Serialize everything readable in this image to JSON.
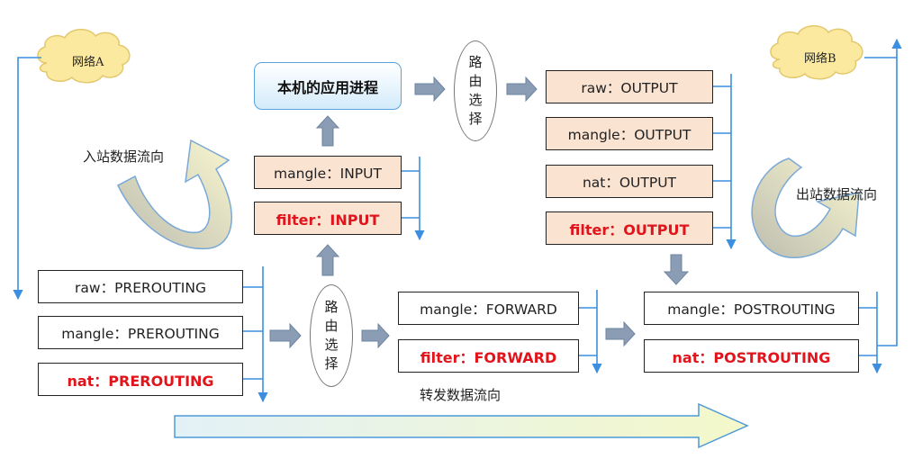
{
  "networks": {
    "a": "网络A",
    "b": "网络B"
  },
  "flows": {
    "inbound": "入站数据流向",
    "outbound": "出站数据流向",
    "forward": "转发数据流向"
  },
  "app_process": "本机的应用进程",
  "router": [
    "路",
    "由",
    "选",
    "择"
  ],
  "prerouting": [
    "raw：PREROUTING",
    "mangle：PREROUTING",
    "nat：PREROUTING"
  ],
  "input": [
    "mangle：INPUT",
    "filter：INPUT"
  ],
  "output": [
    "raw：OUTPUT",
    "mangle：OUTPUT",
    "nat：OUTPUT",
    "filter：OUTPUT"
  ],
  "forward": [
    "mangle：FORWARD",
    "filter：FORWARD"
  ],
  "postrouting": [
    "mangle：POSTROUTING",
    "nat：POSTROUTING"
  ],
  "colors": {
    "chain_line": "#3c8fe0",
    "arrow_fill": "#8a9db5",
    "highlight_text": "#e1141c",
    "cloud": "#fbe9a0",
    "curved_arrow": "#f6f3c6",
    "peach_box": "#fbe3d2",
    "forward_band": "#eef6c7"
  }
}
